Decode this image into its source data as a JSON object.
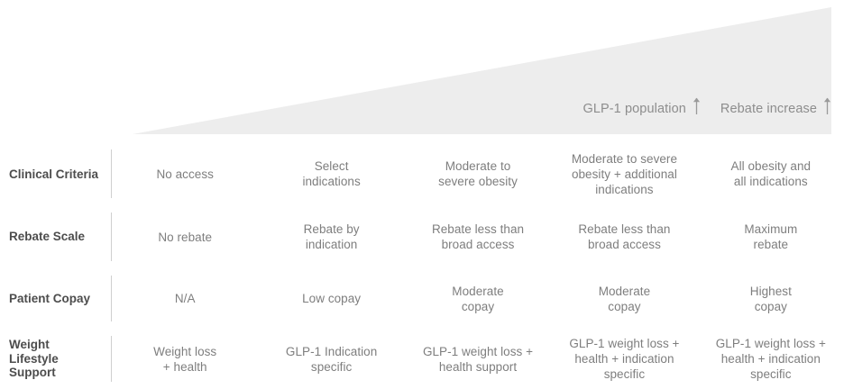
{
  "banner": {
    "labels": [
      {
        "text": "GLP-1 population",
        "icon": "arrow-up-icon"
      },
      {
        "text": "Rebate increase",
        "icon": "arrow-up-icon"
      }
    ],
    "fill_color": "#ededed"
  },
  "table": {
    "row_labels": [
      "Clinical\nCriteria",
      "Rebate\nScale",
      "Patient\nCopay",
      "Weight\nLifestyle\nSupport"
    ],
    "rows": [
      {
        "label": "Clinical Criteria",
        "cells": [
          "No access",
          "Select\nindications",
          "Moderate to\nsevere obesity",
          "Moderate to severe\nobesity + additional\nindications",
          "All obesity and\nall indications"
        ]
      },
      {
        "label": "Rebate Scale",
        "cells": [
          "No rebate",
          "Rebate by\nindication",
          "Rebate less than\nbroad  access",
          "Rebate less than\nbroad  access",
          "Maximum\nrebate"
        ]
      },
      {
        "label": "Patient Copay",
        "cells": [
          "N/A",
          "Low copay",
          "Moderate\ncopay",
          "Moderate\ncopay",
          "Highest\ncopay"
        ]
      },
      {
        "label": "Weight Lifestyle Support",
        "cells": [
          "Weight loss\n+ health",
          "GLP-1 Indication\nspecific",
          "GLP-1 weight loss +\nhealth support",
          "GLP-1 weight loss +\nhealth + indication\nspecific",
          "GLP-1 weight loss +\nhealth + indication\nspecific"
        ]
      }
    ]
  },
  "colors": {
    "banner_fill": "#ededed",
    "row_label_text": "#4d4d4d",
    "cell_text": "#7e7e7e",
    "divider": "#cfcfcf",
    "background": "#ffffff"
  }
}
